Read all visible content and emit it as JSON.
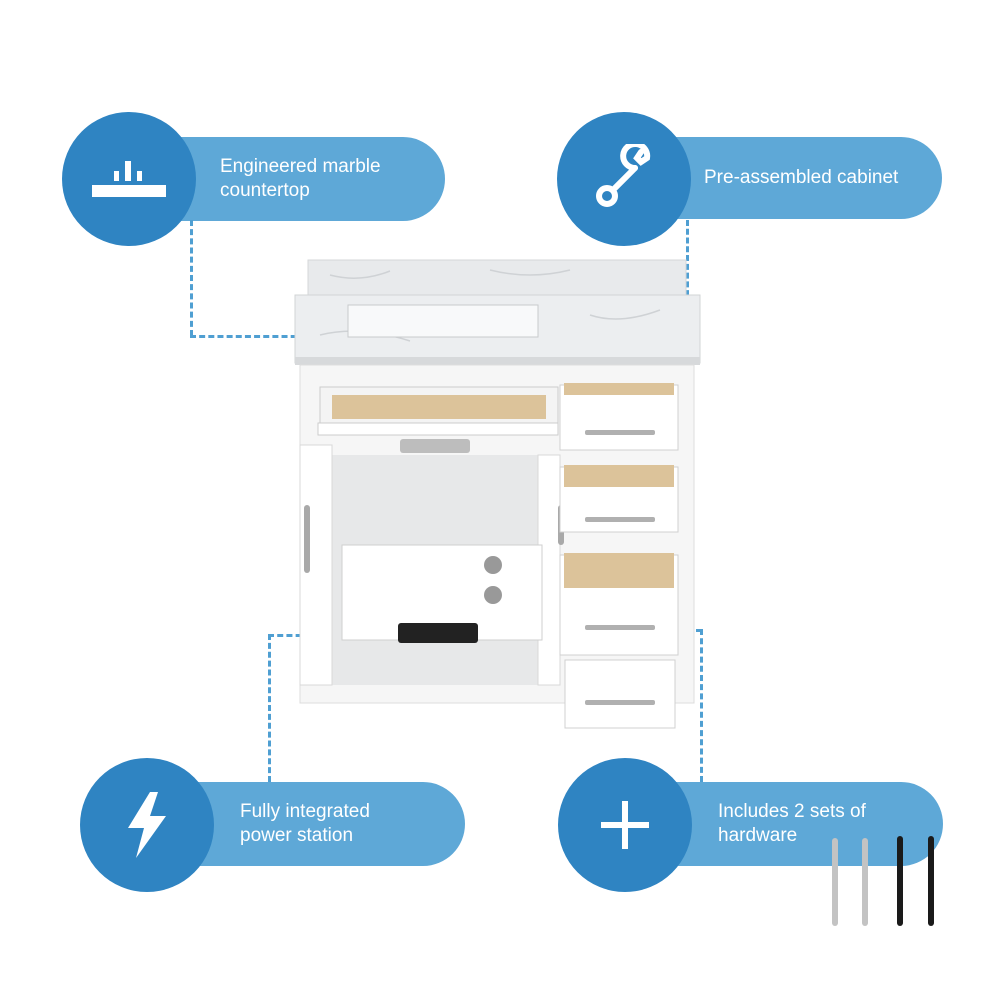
{
  "callouts": {
    "countertop": {
      "icon": "countertop-icon",
      "line1": "Engineered marble",
      "line2": "countertop"
    },
    "cabinet": {
      "icon": "wrench-icon",
      "line1": "Pre-assembled cabinet"
    },
    "power": {
      "icon": "lightning-bolt-icon",
      "line1": "Fully integrated",
      "line2": "power station"
    },
    "hardware": {
      "icon": "plus-icon",
      "line1": "Includes 2 sets of",
      "line2": "hardware"
    }
  },
  "colors": {
    "badge": "#2f84c2",
    "pill": "#5ea8d7",
    "dash": "#4f9fd2",
    "hardware_silver": "#b9b9b9",
    "hardware_black": "#1a1a1a"
  }
}
